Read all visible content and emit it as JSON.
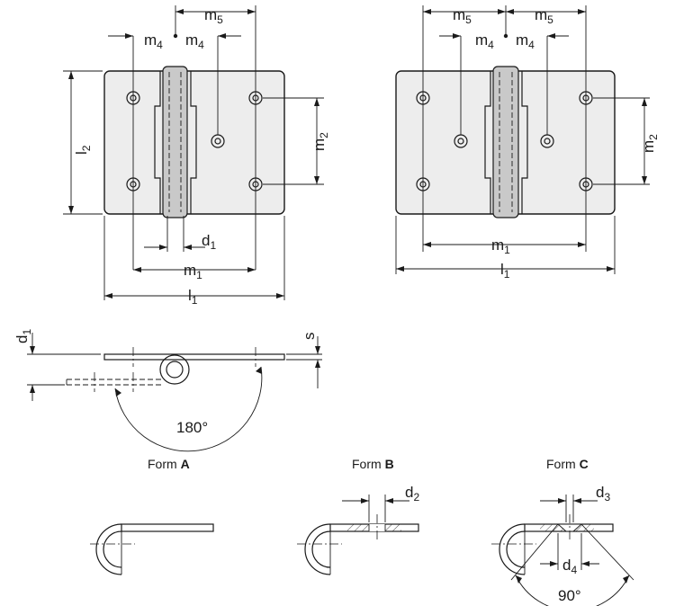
{
  "labels": {
    "m5": "m",
    "m5_sub": "5",
    "m4": "m",
    "m4_sub": "4",
    "m2": "m",
    "m2_sub": "2",
    "m1": "m",
    "m1_sub": "1",
    "l2": "l",
    "l2_sub": "2",
    "l1": "l",
    "l1_sub": "1",
    "d1": "d",
    "d1_sub": "1",
    "d2": "d",
    "d2_sub": "2",
    "d3": "d",
    "d3_sub": "3",
    "d4": "d",
    "d4_sub": "4",
    "s": "s",
    "angle_180": "180°",
    "angle_90": "90°"
  },
  "forms": {
    "prefix": "Form",
    "a": "A",
    "b": "B",
    "c": "C"
  }
}
